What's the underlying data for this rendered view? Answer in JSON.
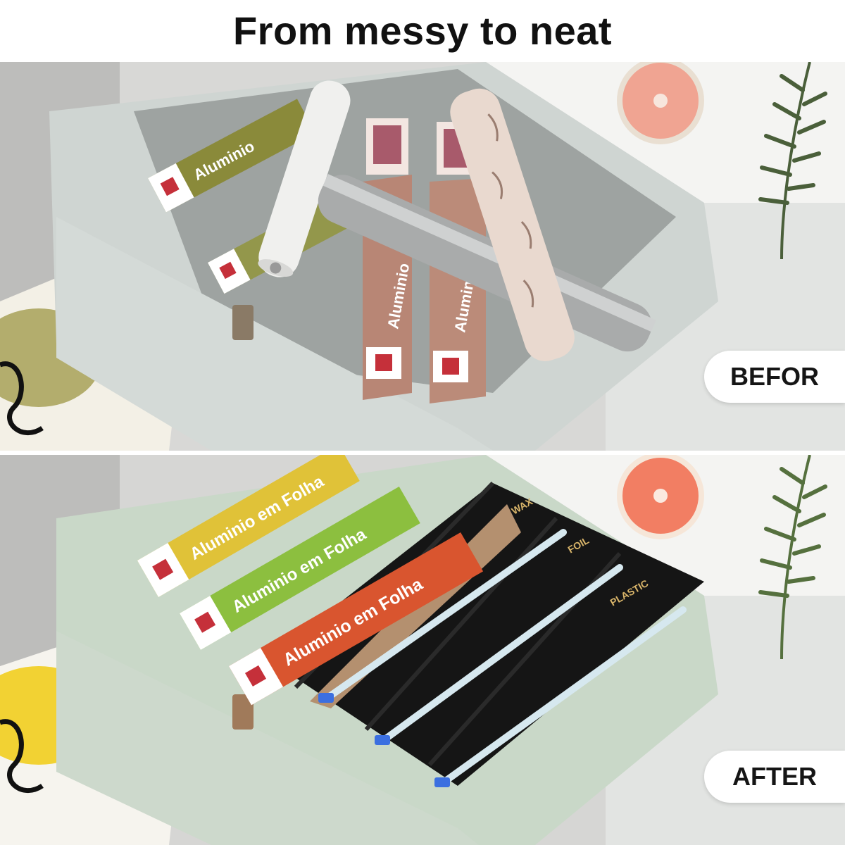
{
  "header": {
    "title": "From messy to neat"
  },
  "before": {
    "label": "BEFOR"
  },
  "after": {
    "label": "AFTER",
    "dispenser_labels": [
      "WAX",
      "FOIL",
      "PLASTIC"
    ]
  },
  "product": {
    "box_text": "Aluminio em Folha",
    "box_text_short": "Aluminio"
  },
  "colors": {
    "drawer_green": "#c9d8c8",
    "drawer_gray": "#cfd3d1",
    "box_olive": "#8a8a3a",
    "box_yellow": "#e0c238",
    "box_green": "#8cbf3f",
    "box_red": "#d9552f",
    "box_brown": "#b88675",
    "dispenser_black": "#151515",
    "grapefruit": "#f27e63"
  }
}
